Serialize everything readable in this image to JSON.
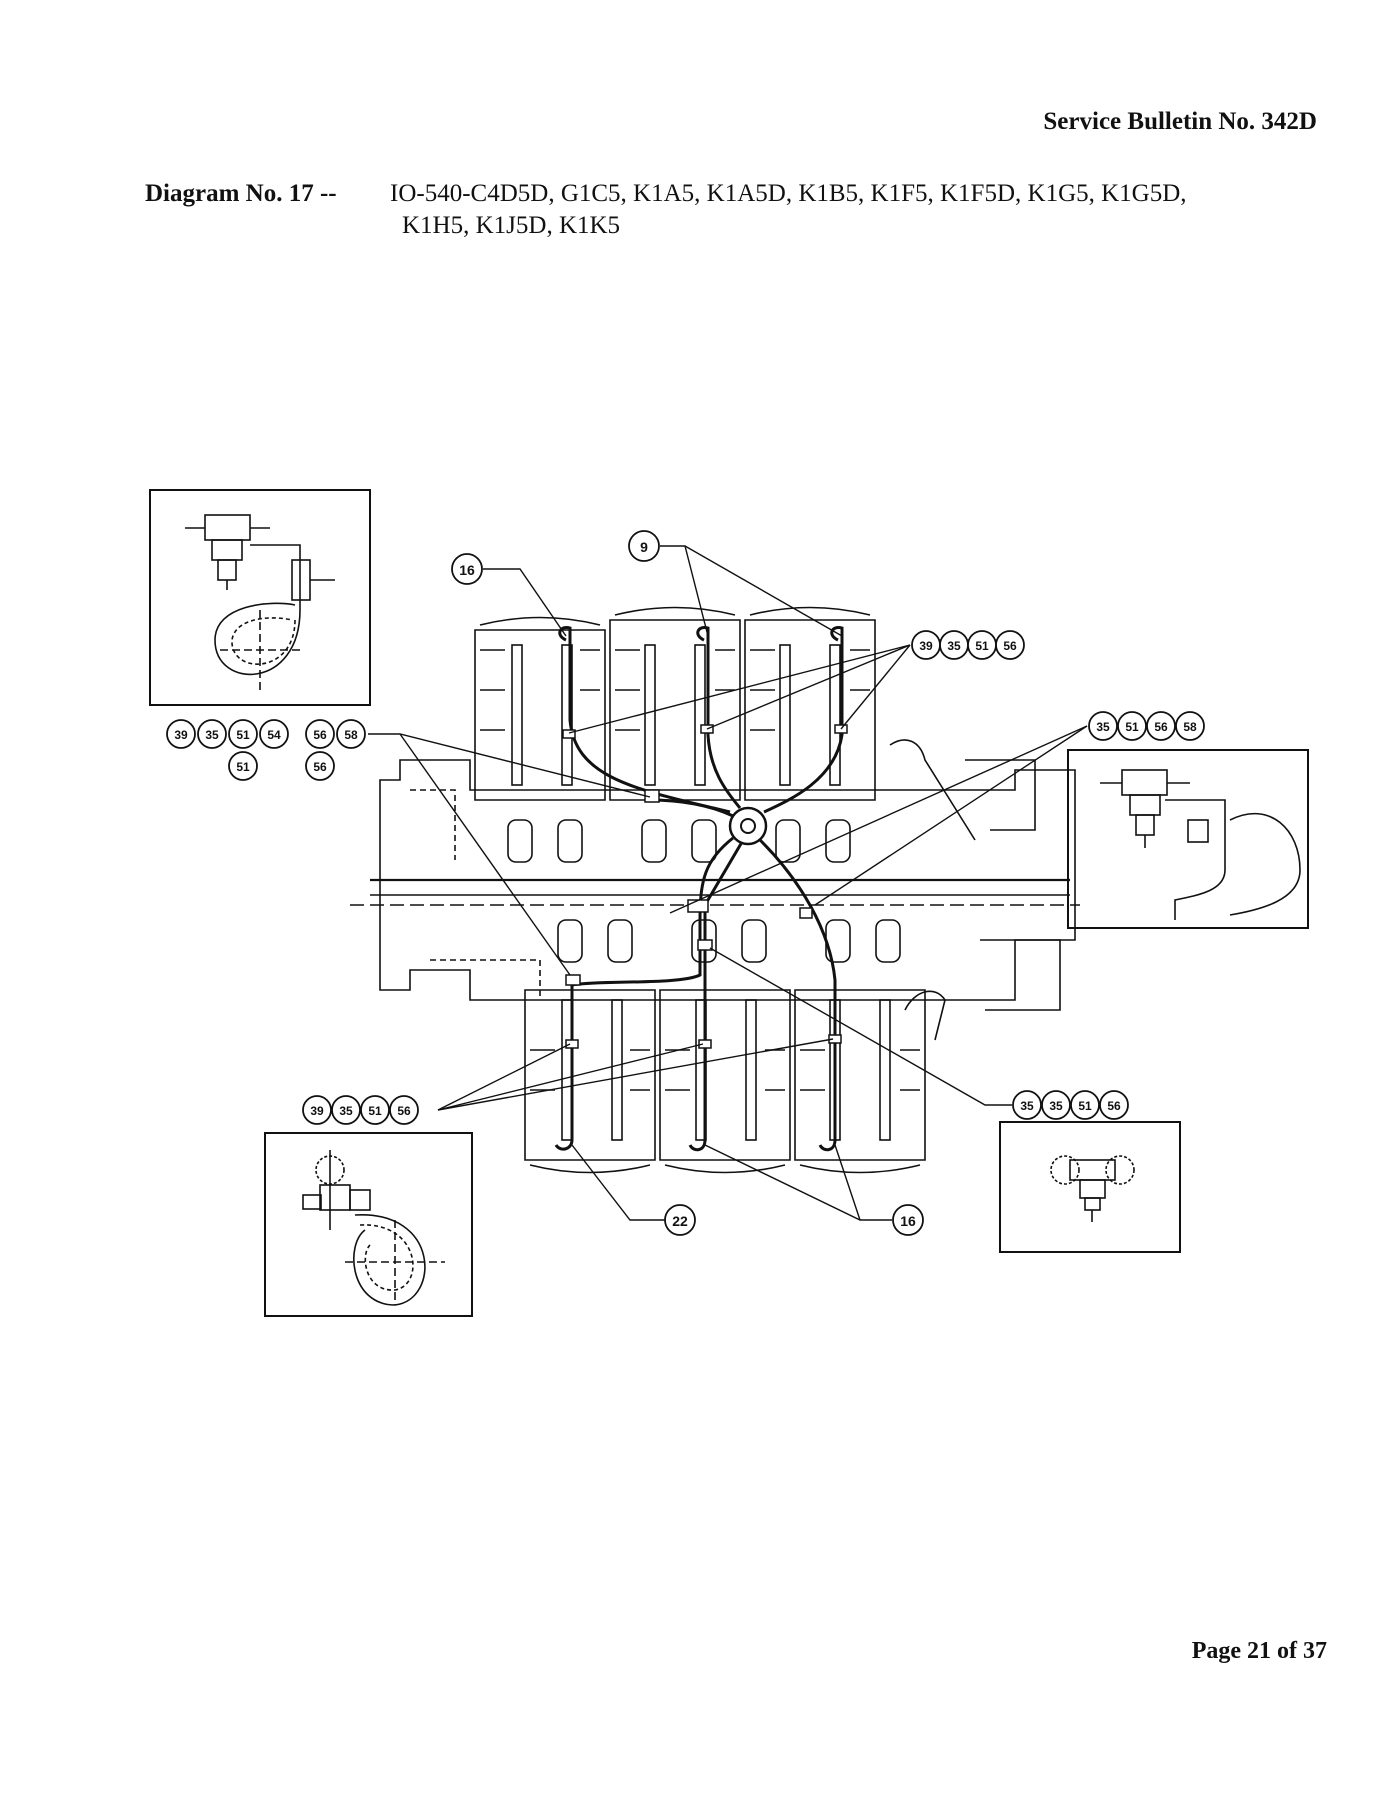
{
  "header": {
    "bulletin": "Service Bulletin No. 342D",
    "diagram_label": "Diagram No. 17 --",
    "models_line1": "IO-540-C4D5D, G1C5, K1A5, K1A5D, K1B5, K1F5, K1F5D, K1G5, K1G5D,",
    "models_line2": "K1H5, K1J5D, K1K5"
  },
  "callouts": {
    "top_9": "9",
    "top_16": "16",
    "bottom_22": "22",
    "bottom_16": "16",
    "c39": "39",
    "c35": "35",
    "c51": "51",
    "c54": "54",
    "c56": "56",
    "c58": "58"
  },
  "footer": {
    "page": "Page 21 of 37"
  }
}
